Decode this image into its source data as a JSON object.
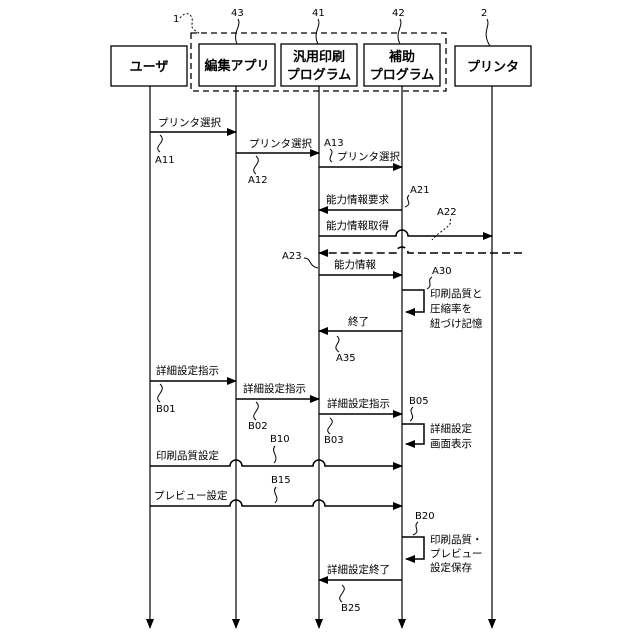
{
  "actors": [
    {
      "id": "user",
      "lines": [
        "ユーザ"
      ]
    },
    {
      "id": "app",
      "lines": [
        "編集アプリ"
      ]
    },
    {
      "id": "generic",
      "lines": [
        "汎用印刷",
        "プログラム"
      ]
    },
    {
      "id": "aux",
      "lines": [
        "補助",
        "プログラム"
      ]
    },
    {
      "id": "printer",
      "lines": [
        "プリンタ"
      ]
    }
  ],
  "refs": {
    "group": "1",
    "app": "43",
    "generic": "41",
    "aux": "42",
    "printer": "2"
  },
  "messages": [
    {
      "label": "プリンタ選択",
      "ref": "A11"
    },
    {
      "label": "プリンタ選択",
      "ref": "A12"
    },
    {
      "label": "プリンタ選択",
      "ref": "A13"
    },
    {
      "label": "能力情報要求",
      "ref": "A21"
    },
    {
      "label": "能力情報取得",
      "ref": "A22"
    },
    {
      "label": "能力情報",
      "ref": "A23"
    },
    {
      "label": "終了",
      "ref": "A35"
    },
    {
      "label": "詳細設定指示",
      "ref": "B01"
    },
    {
      "label": "詳細設定指示",
      "ref": "B02"
    },
    {
      "label": "詳細設定指示",
      "ref": "B03"
    },
    {
      "label": "印刷品質設定",
      "ref": "B10"
    },
    {
      "label": "プレビュー設定",
      "ref": "B15"
    },
    {
      "label": "詳細設定終了",
      "ref": "B25"
    }
  ],
  "self_actions": [
    {
      "lines": [
        "印刷品質と",
        "圧縮率を",
        "紐づけ記憶"
      ],
      "ref": "A30"
    },
    {
      "lines": [
        "詳細設定",
        "画面表示"
      ],
      "ref": "B05"
    },
    {
      "lines": [
        "印刷品質・",
        "プレビュー",
        "設定保存"
      ],
      "ref": "B20"
    }
  ]
}
